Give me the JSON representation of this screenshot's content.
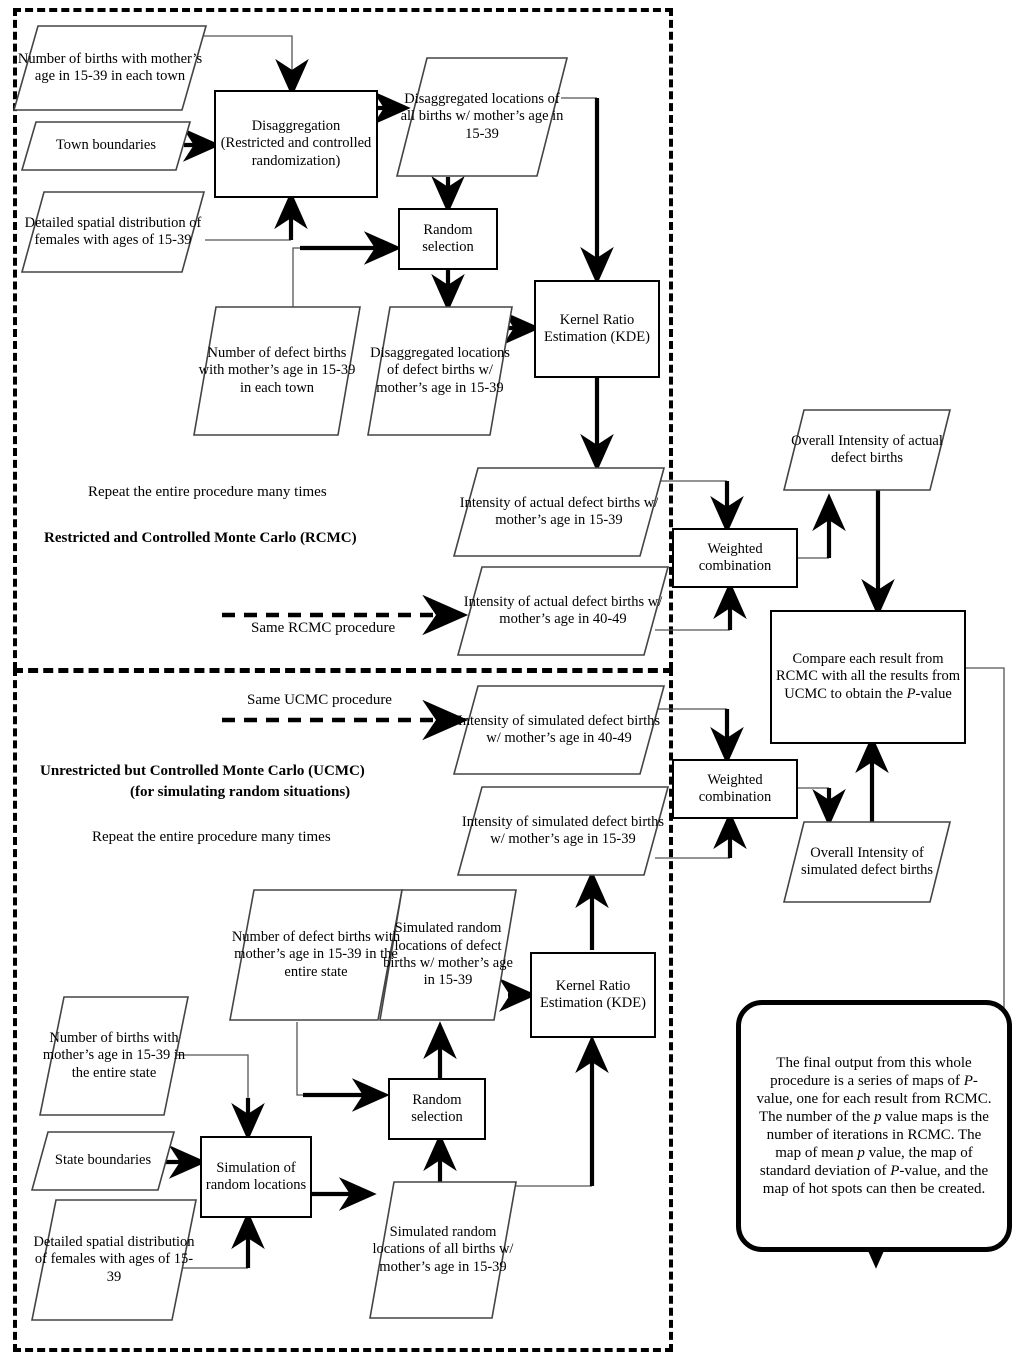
{
  "diagram": {
    "title": "RCMC / UCMC Monte Carlo procedure flowchart",
    "regions": [
      {
        "name": "rcmc-region",
        "label": "Restricted and Controlled Monte Carlo (RCMC)"
      },
      {
        "name": "ucmc-region",
        "label": "Unrestricted but Controlled Monte Carlo (UCMC)"
      }
    ],
    "labels": {
      "repeat_rcmc": "Repeat the entire procedure many times",
      "rcmc_title": "Restricted and Controlled Monte Carlo (RCMC)",
      "same_rcmc": "Same RCMC procedure",
      "same_ucmc": "Same UCMC procedure",
      "ucmc_title_line1": "Unrestricted but Controlled Monte Carlo (UCMC)",
      "ucmc_title_line2": "(for simulating random situations)",
      "repeat_ucmc": "Repeat the entire procedure many times"
    },
    "nodes": {
      "births_town": "Number of births with mother’s age in 15-39 in each town",
      "town_boundaries": "Town boundaries",
      "females_spatial": "Detailed spatial distribution of females with ages of 15-39",
      "disaggregation": "Disaggregation (Restricted and controlled randomization)",
      "disagg_all_births": "Disaggregated locations of all births w/ mother’s age in 15-39",
      "random_selection_top": "Random selection",
      "defect_births_town": "Number of defect births with mother’s age in 15-39 in each town",
      "disagg_defect_births": "Disaggregated locations of defect births w/ mother’s age in 15-39",
      "kde_top": "Kernel Ratio Estimation (KDE)",
      "intensity_actual_1539": "Intensity of actual defect births w/ mother’s age in 15-39",
      "intensity_actual_4049": "Intensity of actual defect births w/ mother’s age in 40-49",
      "weighted_comb_top": "Weighted combination",
      "overall_actual": "Overall Intensity of actual defect births",
      "compare": "Compare each result from RCMC with all the results from UCMC to obtain the P-value",
      "intensity_sim_4049": "Intensity of simulated defect births w/ mother’s age in 40-49",
      "intensity_sim_1539": "Intensity of simulated defect births w/ mother’s age in 15-39",
      "weighted_comb_bottom": "Weighted combination",
      "overall_simulated": "Overall Intensity of simulated defect births",
      "defect_births_state": "Number of defect births with mother’s age in 15-39 in the entire state",
      "sim_defect_locations": "Simulated random locations of defect births w/ mother’s age in 15-39",
      "kde_bottom": "Kernel Ratio Estimation (KDE)",
      "births_state": "Number of births with mother’s age in 15-39 in the entire state",
      "state_boundaries": "State boundaries",
      "females_spatial_2": "Detailed spatial distribution of females with ages of 15-39",
      "simulation_random": "Simulation of random locations",
      "random_selection_bottom": "Random selection",
      "sim_all_births": "Simulated random locations of all births w/ mother’s age in 15-39",
      "final_output": "The final output from this whole procedure is a series of maps of P-value, one for each result from RCMC. The number of the p value maps is the number of iterations in RCMC. The map of mean p value, the map of standard deviation of P-value, and the map of hot spots can then be created."
    },
    "colors": {
      "stroke": "#000000",
      "thin_stroke": "#4a4a4a",
      "background": "#ffffff"
    }
  }
}
